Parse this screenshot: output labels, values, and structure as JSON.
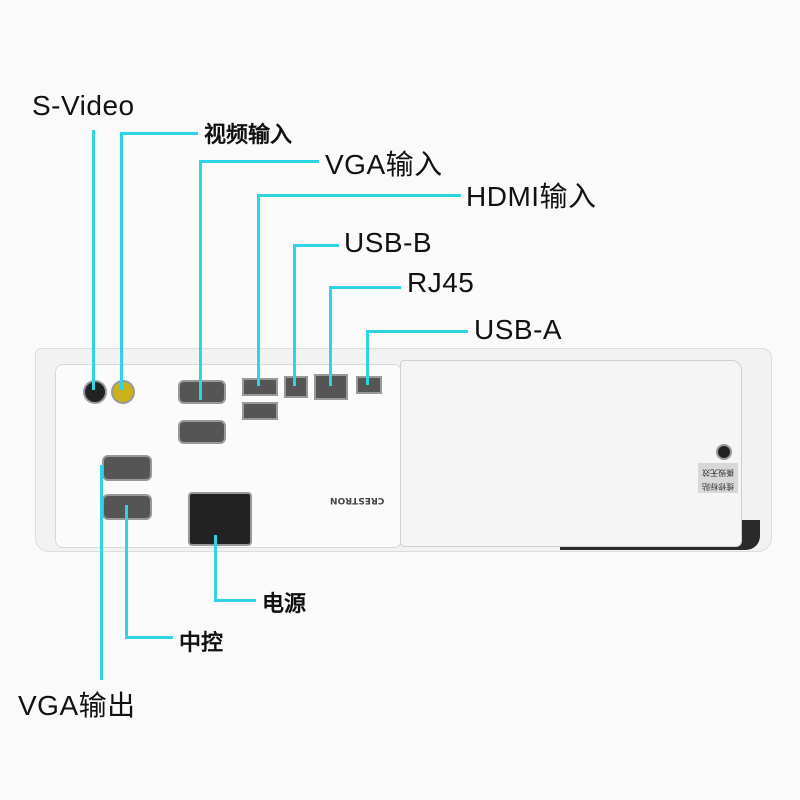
{
  "labels": {
    "s_video": "S-Video",
    "video_in": "视频输入",
    "vga_in": "VGA输入",
    "hdmi_in": "HDMI输入",
    "usb_b": "USB-B",
    "rj45": "RJ45",
    "usb_a": "USB-A",
    "power": "电源",
    "control": "中控",
    "vga_out": "VGA输出"
  },
  "device": {
    "brand_mark": "CRESTRON",
    "sticker_line1": "维修标贴",
    "sticker_line2": "撕毁无效"
  },
  "colors": {
    "leader_line": "#2ed3e6"
  }
}
